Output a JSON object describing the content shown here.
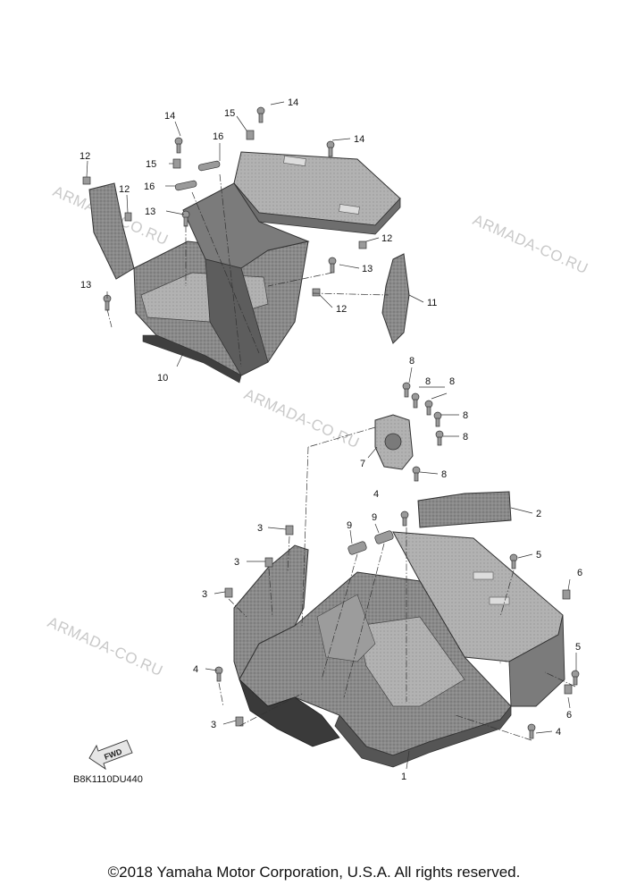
{
  "watermark": "ARMADA-CO.RU",
  "diagram_code": "B8K1110DU440",
  "fwd_label": "FWD",
  "copyright": "©2018 Yamaha Motor Corporation, U.S.A. All rights reserved.",
  "callouts": {
    "c1": "1",
    "c2": "2",
    "c3a": "3",
    "c3b": "3",
    "c3c": "3",
    "c3d": "3",
    "c4a": "4",
    "c4b": "4",
    "c4c": "4",
    "c5a": "5",
    "c5b": "5",
    "c6a": "6",
    "c6b": "6",
    "c7": "7",
    "c8a": "8",
    "c8b": "8",
    "c8c": "8",
    "c8d": "8",
    "c8e": "8",
    "c8f": "8",
    "c9a": "9",
    "c9b": "9",
    "c10": "10",
    "c11": "11",
    "c12a": "12",
    "c12b": "12",
    "c12c": "12",
    "c12d": "12",
    "c13a": "13",
    "c13b": "13",
    "c13c": "13",
    "c14a": "14",
    "c14b": "14",
    "c14c": "14",
    "c15a": "15",
    "c15b": "15",
    "c16a": "16",
    "c16b": "16"
  },
  "colors": {
    "part_fill": "#8d8d8d",
    "part_dark": "#4a4a4a",
    "part_light": "#c4c4c4",
    "watermark": "#c9c9c9"
  }
}
